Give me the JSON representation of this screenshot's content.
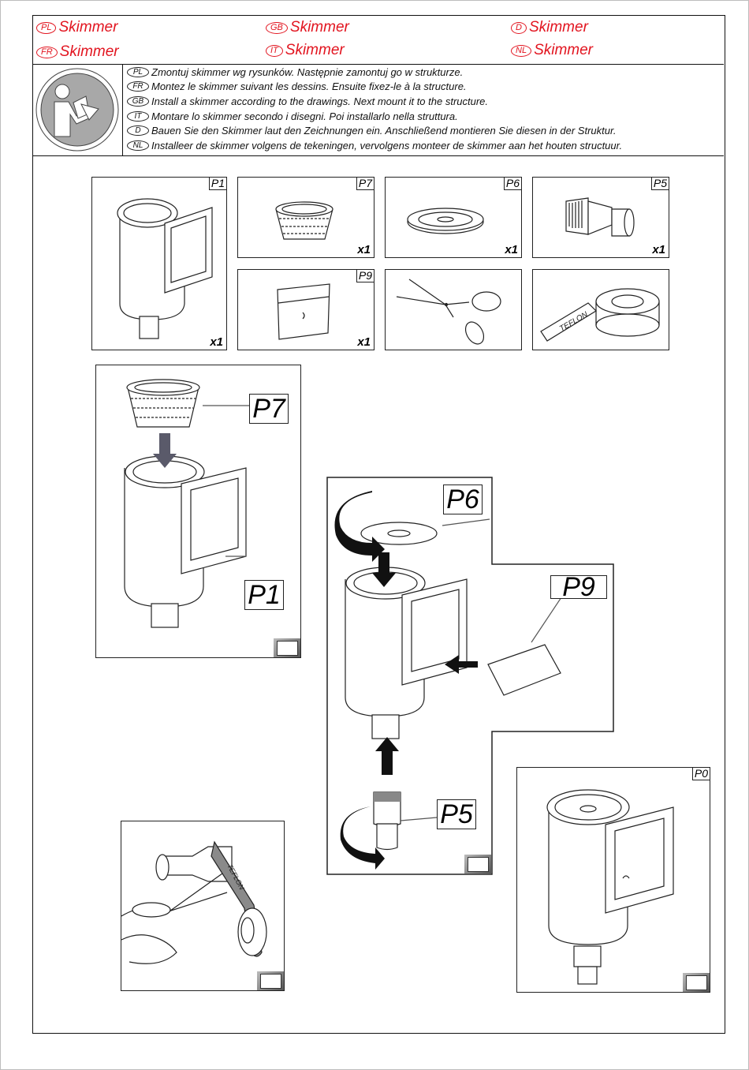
{
  "titles": [
    {
      "lang": "PL",
      "text": "Skimmer"
    },
    {
      "lang": "GB",
      "text": "Skimmer"
    },
    {
      "lang": "D",
      "text": "Skimmer"
    },
    {
      "lang": "FR",
      "text": "Skimmer"
    },
    {
      "lang": "IT",
      "text": "Skimmer"
    },
    {
      "lang": "NL",
      "text": "Skimmer"
    }
  ],
  "instructions": [
    {
      "lang": "PL",
      "text": "Zmontuj skimmer wg rysunków. Następnie zamontuj go w strukturze."
    },
    {
      "lang": "FR",
      "text": "Montez le skimmer suivant les dessins. Ensuite fixez-le à la structure."
    },
    {
      "lang": "GB",
      "text": "Install a skimmer according to the drawings. Next mount it to the structure."
    },
    {
      "lang": "IT",
      "text": "Montare lo skimmer secondo i disegni. Poi installarlo nella struttura."
    },
    {
      "lang": "D",
      "text": "Bauen Sie den Skimmer laut den Zeichnungen ein. Anschließend montieren Sie diesen in der Struktur."
    },
    {
      "lang": "NL",
      "text": "Installeer de skimmer volgens de tekeningen, vervolgens monteer de skimmer aan het houten structuur."
    }
  ],
  "parts": {
    "p1": {
      "tag": "P1",
      "qty": "x1"
    },
    "p7": {
      "tag": "P7",
      "qty": "x1"
    },
    "p6": {
      "tag": "P6",
      "qty": "x1"
    },
    "p5": {
      "tag": "P5",
      "qty": "x1"
    },
    "p9": {
      "tag": "P9",
      "qty": "x1"
    },
    "scissors": {},
    "teflon": {
      "label": "TEFLON"
    }
  },
  "steps": {
    "step1": {
      "callouts": [
        "P7",
        "P1"
      ]
    },
    "step2": {
      "callouts": [
        "P6",
        "P9",
        "P5"
      ]
    },
    "step3": {
      "tape_label": "TEFLON"
    },
    "result": {
      "tag": "P0"
    }
  },
  "colors": {
    "title_red": "#e2141f",
    "icon_gray": "#a8a8a8",
    "arrow_gray": "#5a5a6a"
  }
}
